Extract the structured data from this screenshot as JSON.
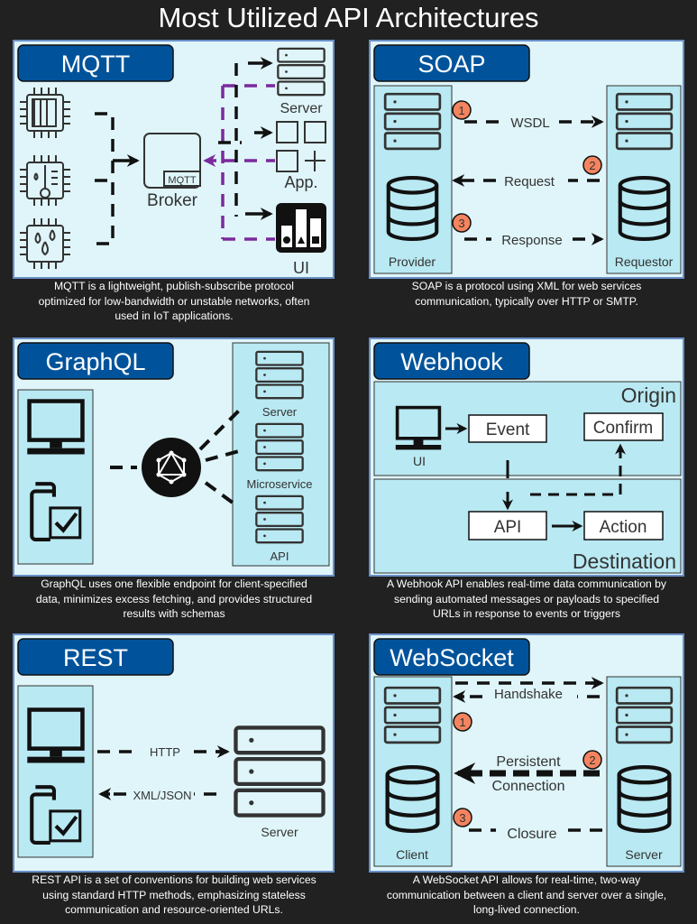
{
  "title": "Most Utilized API Architectures",
  "colors": {
    "background": "#212121",
    "panel": "#dff5f9",
    "inner_box": "#b9e9f2",
    "pill": "#00539b",
    "mqtt_purple": "#7b2a9c",
    "badge": "#f4845f"
  },
  "mqtt": {
    "title": "MQTT",
    "broker": "Broker",
    "broker_tag": "MQTT",
    "server": "Server",
    "app": "App.",
    "ui": "UI",
    "caption": [
      "MQTT is a lightweight, publish-subscribe protocol",
      "optimized for low-bandwidth or unstable networks, often",
      "used in IoT applications."
    ]
  },
  "soap": {
    "title": "SOAP",
    "provider": "Provider",
    "requestor": "Requestor",
    "steps": [
      {
        "n": "1",
        "label": "WSDL"
      },
      {
        "n": "2",
        "label": "Request"
      },
      {
        "n": "3",
        "label": "Response"
      }
    ],
    "caption": [
      "SOAP is a protocol using XML for web services",
      "communication, typically over HTTP or SMTP."
    ]
  },
  "graphql": {
    "title": "GraphQL",
    "server": "Server",
    "microservice": "Microservice",
    "api": "API",
    "caption": [
      "GraphQL uses one flexible endpoint for client-specified",
      "data, minimizes excess fetching, and provides structured",
      "results with schemas"
    ]
  },
  "webhook": {
    "title": "Webhook",
    "origin": "Origin",
    "destination": "Destination",
    "ui": "UI",
    "event": "Event",
    "confirm": "Confirm",
    "api": "API",
    "action": "Action",
    "caption": [
      "A Webhook API enables real-time data communication by",
      "sending automated messages or payloads to specified",
      "URLs in response to events or triggers"
    ]
  },
  "rest": {
    "title": "REST",
    "http": "HTTP",
    "xml_json": "XML/JSON",
    "server": "Server",
    "caption": [
      "REST API is a set of conventions for building web services",
      "using standard HTTP methods, emphasizing stateless",
      "communication and resource-oriented URLs."
    ]
  },
  "websocket": {
    "title": "WebSocket",
    "client": "Client",
    "server": "Server",
    "handshake": "Handshake",
    "persistent": "Persistent",
    "connection": "Connection",
    "closure": "Closure",
    "badges": [
      "1",
      "2",
      "3"
    ],
    "caption": [
      "A WebSocket API allows for real-time, two-way",
      "communication between a client and server over a single,",
      "long-lived connection."
    ]
  }
}
